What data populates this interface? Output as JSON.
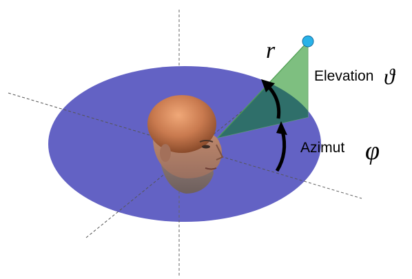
{
  "labels": {
    "radius": "r",
    "elevation_text": "Elevation",
    "elevation_symbol": "ϑ",
    "azimuth_text": "Azimut",
    "azimuth_symbol": "φ"
  },
  "colors": {
    "horizontal_plane": "#6362c4",
    "elevation_wedge": "#7ebf80",
    "wedge_overlap": "#2f6f6a",
    "source_point": "#29b2e8",
    "skin": "#c97a4f",
    "axes": "#666666"
  }
}
